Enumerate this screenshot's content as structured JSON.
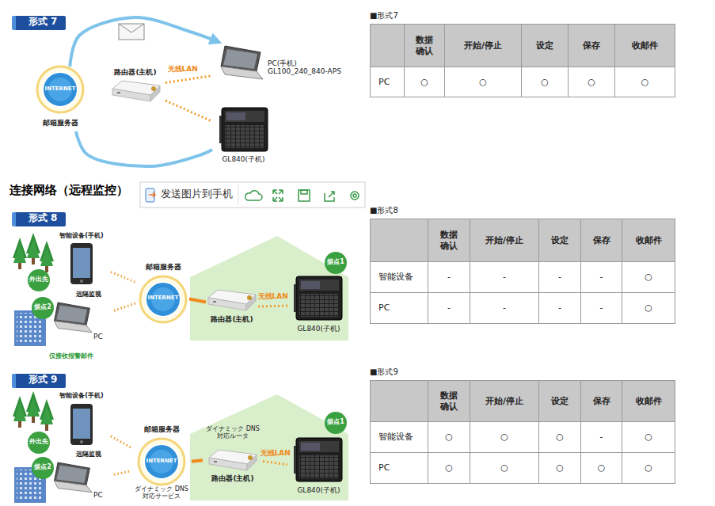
{
  "diagram": {
    "nodes": [
      {
        "text": [
          "形式 7"
        ]
      },
      {
        "text": [
          "INTERNET",
          "邮箱服务器"
        ]
      },
      {
        "text": [
          "路由器(主机)"
        ]
      },
      {
        "text": [
          "PC(手机) GL100_240_840-APS"
        ]
      },
      {
        "text": [
          "GL840(子机)"
        ]
      },
      {
        "text": [
          "形式 8"
        ]
      },
      {
        "text": [
          "外出先"
        ]
      },
      {
        "text": [
          "智能设备(手机)"
        ]
      },
      {
        "text": [
          "据点2"
        ]
      },
      {
        "text": [
          "PC"
        ]
      },
      {
        "text": [
          "邮箱服务器",
          "INTERNET"
        ]
      },
      {
        "text": [
          "路由器(主机)"
        ]
      },
      {
        "text": [
          "GL840(子机)"
        ]
      },
      {
        "text": [
          "据点1"
        ]
      },
      {
        "text": [
          "形式 9"
        ]
      },
      {
        "text": [
          "外出先"
        ]
      },
      {
        "text": [
          "智能设备(手机)"
        ]
      },
      {
        "text": [
          "据点2"
        ]
      },
      {
        "text": [
          "PC"
        ]
      },
      {
        "text": [
          "邮箱服务器",
          "INTERNET",
          "ダイナミック DNS対応サービス"
        ]
      },
      {
        "text": [
          "ダイナミック DNS対応ルータ",
          "路由器(主机)"
        ]
      },
      {
        "text": [
          "GL840(子机)"
        ]
      },
      {
        "text": [
          "据点1"
        ]
      }
    ],
    "edges": [
      {
        "from": 1,
        "to": 3,
        "arrow": "to"
      },
      {
        "from": 1,
        "to": 4,
        "arrow": "none"
      },
      {
        "from": 2,
        "to": 3,
        "label": "无线LAN",
        "arrow": "none"
      },
      {
        "from": 2,
        "to": 4,
        "arrow": "none"
      },
      {
        "from": 7,
        "to": 10,
        "arrow": "none"
      },
      {
        "from": 9,
        "to": 10,
        "arrow": "none"
      },
      {
        "from": 10,
        "to": 11,
        "arrow": "none"
      },
      {
        "from": 11,
        "to": 12,
        "label": "无线LAN",
        "arrow": "none"
      },
      {
        "from": 16,
        "to": 19,
        "arrow": "none"
      },
      {
        "from": 18,
        "to": 19,
        "arrow": "none"
      },
      {
        "from": 19,
        "to": 20,
        "arrow": "none"
      },
      {
        "from": 20,
        "to": 21,
        "label": "无线LAN",
        "arrow": "none"
      }
    ],
    "labels": [
      "连接网络（远程监控）",
      "发送图片到手机",
      "远隔监视",
      "仅接收报警邮件",
      "远隔监视",
      "■形式7",
      "数据确认",
      "开始/停止",
      "设定",
      "保存",
      "收邮件",
      "PC",
      "○",
      "○",
      "○",
      "○",
      "○",
      "■形式8",
      "数据确认",
      "开始/停止",
      "设定",
      "保存",
      "收邮件",
      "智能设备",
      "-",
      "-",
      "-",
      "-",
      "○",
      "PC",
      "-",
      "-",
      "-",
      "-",
      "○",
      "■形式9",
      "数据确认",
      "开始/停止",
      "设定",
      "保存",
      "收邮件",
      "智能设备",
      "○",
      "○",
      "○",
      "-",
      "○",
      "PC",
      "○",
      "○",
      "○",
      "○",
      "○"
    ]
  }
}
